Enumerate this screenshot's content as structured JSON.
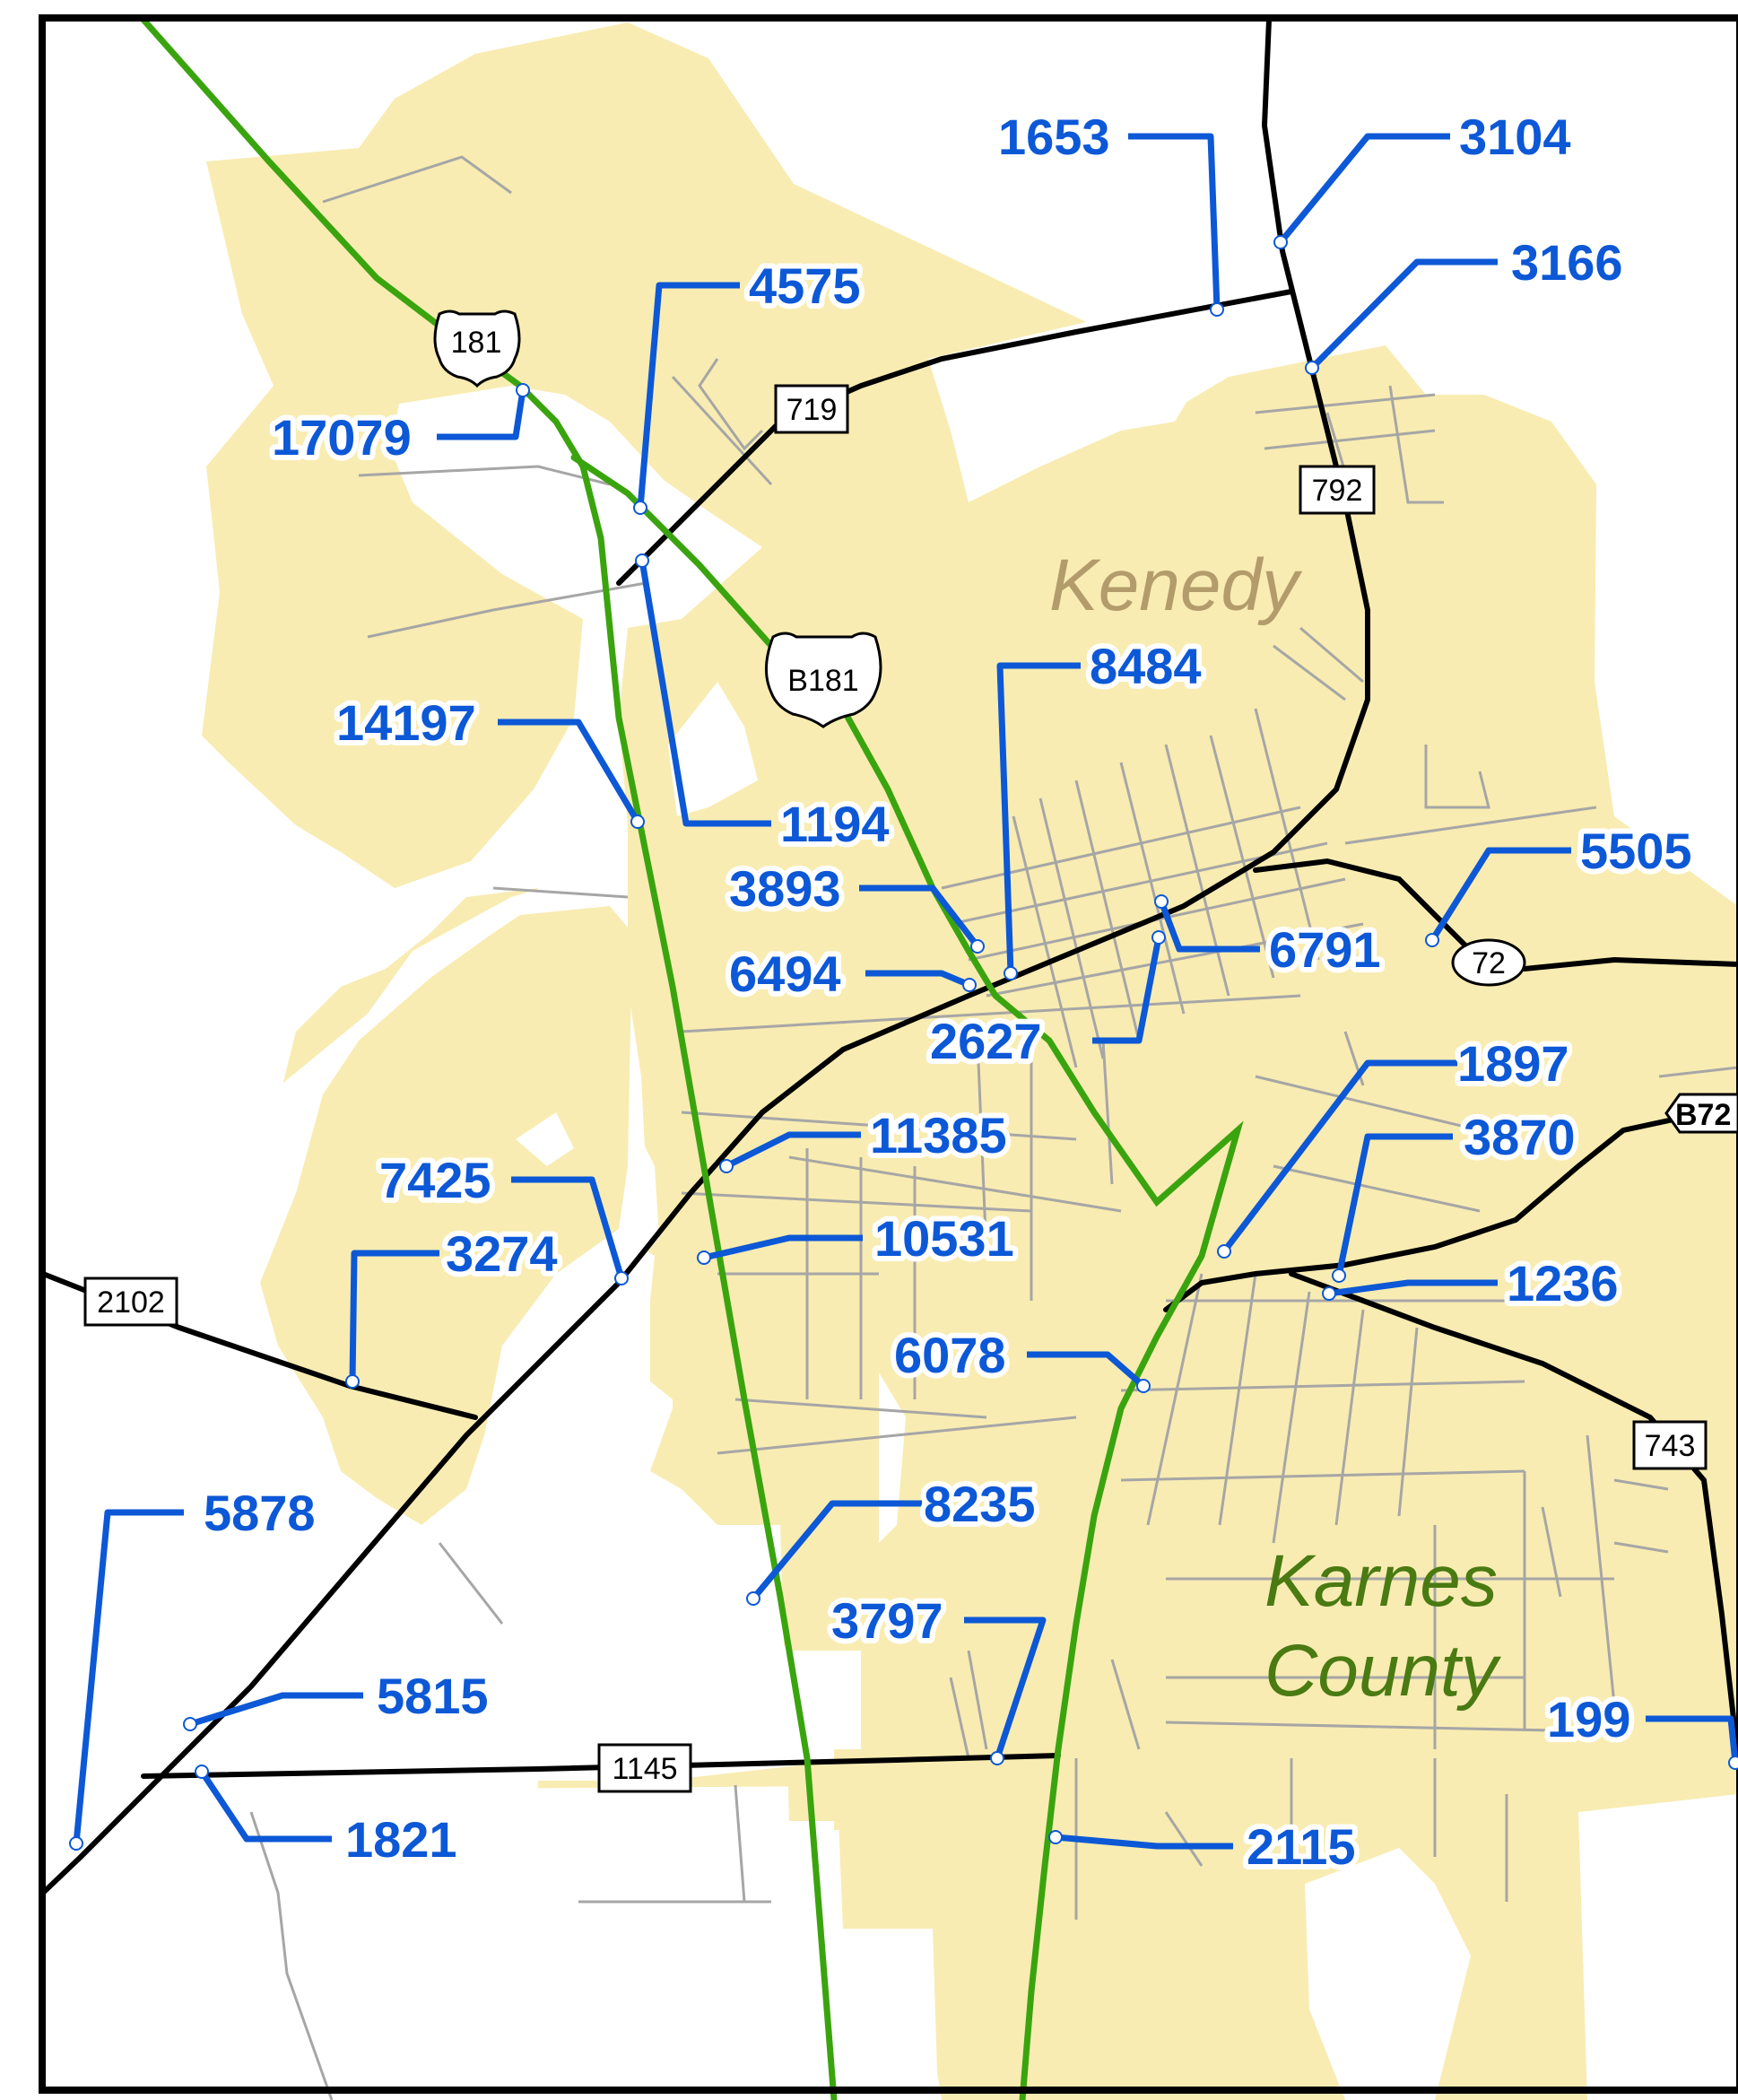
{
  "map": {
    "colors": {
      "city_fill": "#f8ecb2",
      "highway": "#000000",
      "us_route": "#3aa40f",
      "street": "#a6a6a6",
      "count_line": "#0c58d6",
      "count_text": "#0c58d6",
      "kenedy_label": "#b39c6b",
      "county_label": "#4a7a12",
      "background": "#ffffff"
    },
    "place_labels": {
      "kenedy": "Kenedy",
      "karnes_line1": "Karnes",
      "karnes_line2": "County"
    },
    "route_shields": {
      "us181": "181",
      "b181": "B181",
      "fm719": "719",
      "fm792": "792",
      "sh72": "72",
      "b72": "B72",
      "fm2102": "2102",
      "fm743": "743",
      "fm1145": "1145"
    },
    "traffic_counts": {
      "c1653": "1653",
      "c3104": "3104",
      "c3166": "3166",
      "c4575": "4575",
      "c17079": "17079",
      "c8484": "8484",
      "c14197": "14197",
      "c1194": "1194",
      "c5505": "5505",
      "c3893": "3893",
      "c6791": "6791",
      "c6494": "6494",
      "c2627": "2627",
      "c1897": "1897",
      "c11385": "11385",
      "c3870": "3870",
      "c7425": "7425",
      "c10531": "10531",
      "c3274": "3274",
      "c1236": "1236",
      "c6078": "6078",
      "c8235": "8235",
      "c5878": "5878",
      "c3797": "3797",
      "c5815": "5815",
      "c199": "199",
      "c1821": "1821",
      "c2115": "2115"
    }
  }
}
